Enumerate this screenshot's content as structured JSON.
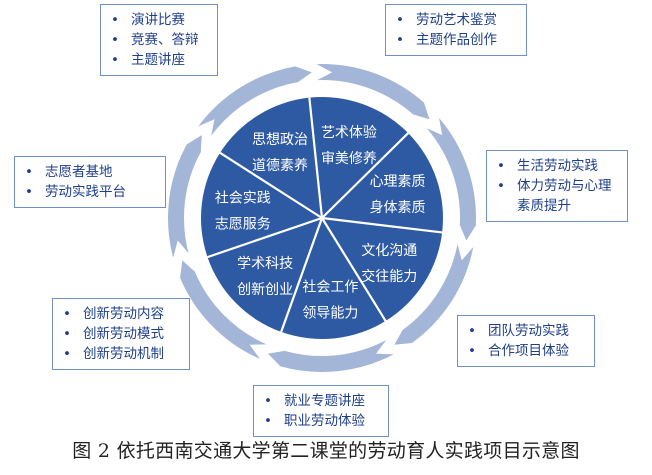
{
  "colors": {
    "ring": "#a4b6d8",
    "wedge": "#2e5aa3",
    "divider": "#ffffff",
    "box_border": "#6f8fc7",
    "text_box": "#1f3f8a"
  },
  "segments": [
    {
      "id": "art",
      "lines": [
        "艺术体验",
        "审美修养"
      ]
    },
    {
      "id": "psych",
      "lines": [
        "心理素质",
        "身体素质"
      ]
    },
    {
      "id": "culture",
      "lines": [
        "文化沟通",
        "交往能力"
      ]
    },
    {
      "id": "social-work",
      "lines": [
        "社会工作",
        "领导能力"
      ]
    },
    {
      "id": "academic",
      "lines": [
        "学术科技",
        "创新创业"
      ]
    },
    {
      "id": "practice",
      "lines": [
        "社会实践",
        "志愿服务"
      ]
    },
    {
      "id": "ideology",
      "lines": [
        "思想政治",
        "道德素养"
      ]
    }
  ],
  "boxes": [
    {
      "id": "art",
      "items": [
        "劳动艺术鉴赏",
        "主题作品创作"
      ]
    },
    {
      "id": "psych",
      "items": [
        "生活劳动实践",
        "体力劳动与心理素质提升"
      ]
    },
    {
      "id": "culture",
      "items": [
        "团队劳动实践",
        "合作项目体验"
      ]
    },
    {
      "id": "social-work",
      "items": [
        "就业专题讲座",
        "职业劳动体验"
      ]
    },
    {
      "id": "academic",
      "items": [
        "创新劳动内容",
        "创新劳动模式",
        "创新劳动机制"
      ]
    },
    {
      "id": "practice",
      "items": [
        "志愿者基地",
        "劳动实践平台"
      ]
    },
    {
      "id": "ideology",
      "items": [
        "演讲比赛",
        "竞赛、答辩",
        "主题讲座"
      ]
    }
  ],
  "caption": "图 2 依托西南交通大学第二课堂的劳动育人实践项目示意图"
}
